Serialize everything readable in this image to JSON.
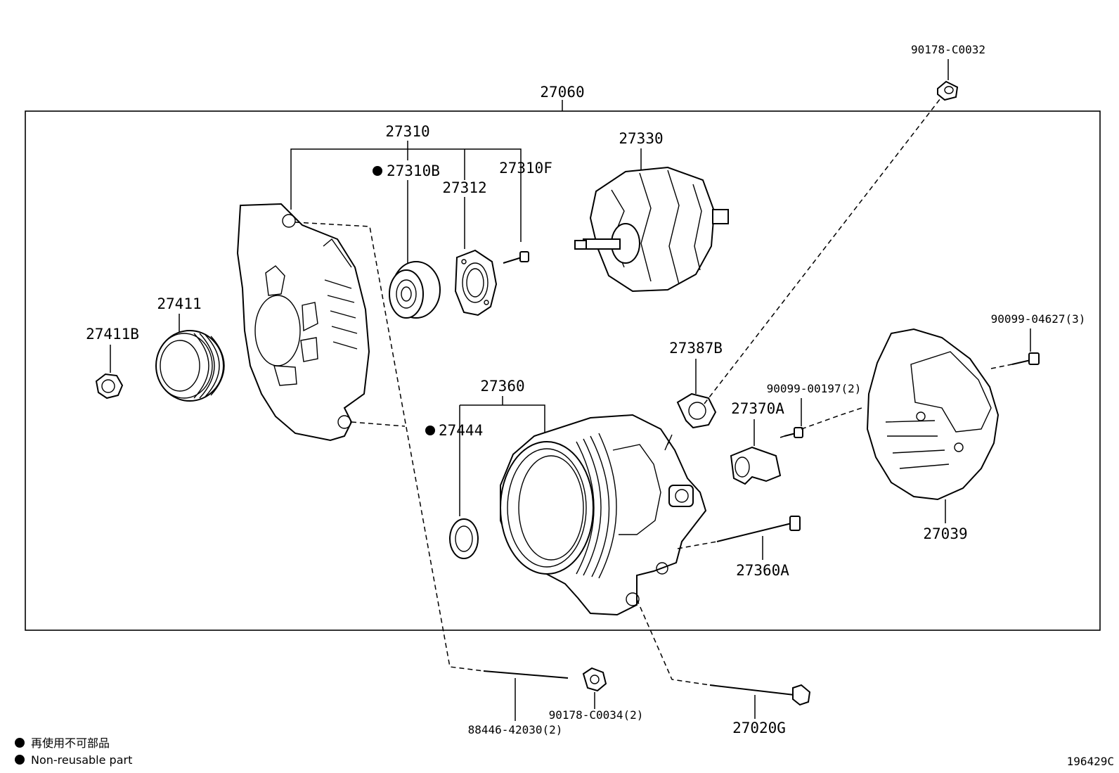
{
  "assembly_label": "27060",
  "labels": {
    "p27310": "27310",
    "p27310B": "27310B",
    "p27312": "27312",
    "p27310F": "27310F",
    "p27330": "27330",
    "p27411": "27411",
    "p27411B": "27411B",
    "p27360": "27360",
    "p27444": "27444",
    "p27387B": "27387B",
    "p27370A": "27370A",
    "p90099_00197": "90099-00197(2)",
    "p90099_04627": "90099-04627(3)",
    "p27039": "27039",
    "p27360A": "27360A",
    "p90178_C0032": "90178-C0032",
    "p88446_42030": "88446-42030(2)",
    "p90178_C0034": "90178-C0034(2)",
    "p27020G": "27020G"
  },
  "legend": {
    "jp": "再使用不可部品",
    "en": "Non-reusable part"
  },
  "figure_id": "196429C"
}
